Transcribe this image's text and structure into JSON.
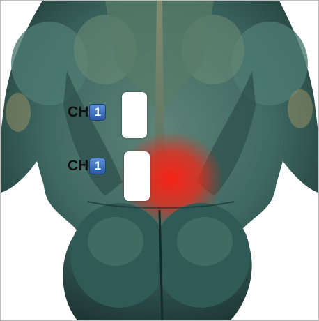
{
  "channels": [
    {
      "label": "CH",
      "number": "1"
    },
    {
      "label": "CH",
      "number": "1"
    }
  ],
  "colors": {
    "muscle": "#3d6b66",
    "muscle_dark": "#1f3a37",
    "skin_highlight": "#7d8c6a",
    "pain_zone": "#ff2a1a",
    "badge": "#2f63b4",
    "pad": "#ffffff"
  }
}
